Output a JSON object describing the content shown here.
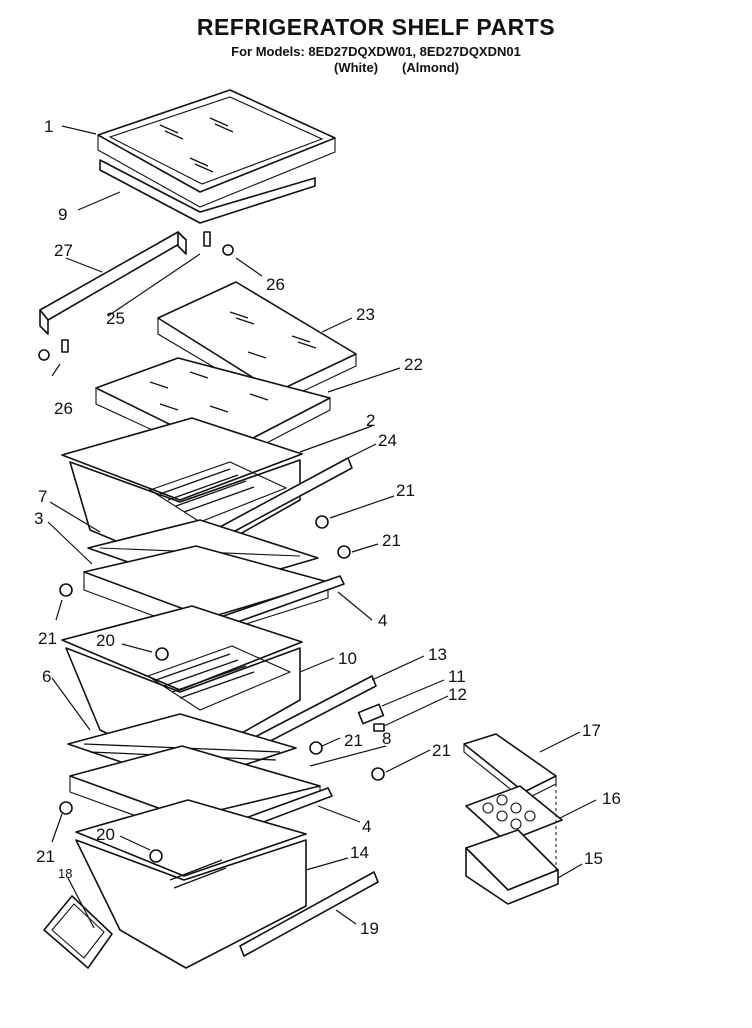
{
  "header": {
    "title": "REFRIGERATOR SHELF PARTS",
    "models": "For Models: 8ED27DQXDW01, 8ED27DQXDN01",
    "color_white": "(White)",
    "color_almond": "(Almond)"
  },
  "callouts": {
    "c1": "1",
    "c9": "9",
    "c27": "27",
    "c26a": "26",
    "c25": "25",
    "c26b": "26",
    "c23": "23",
    "c22": "22",
    "c2": "2",
    "c24": "24",
    "c7": "7",
    "c21a": "21",
    "c3": "3",
    "c21b": "21",
    "c21c": "21",
    "c4a": "4",
    "c20a": "20",
    "c10": "10",
    "c13": "13",
    "c11": "11",
    "c6": "6",
    "c12": "12",
    "c21d": "21",
    "c8": "8",
    "c17": "17",
    "c21e": "21",
    "c16": "16",
    "c4b": "4",
    "c20b": "20",
    "c21f": "21",
    "c14": "14",
    "c15": "15",
    "c18": "18",
    "c19": "19"
  }
}
